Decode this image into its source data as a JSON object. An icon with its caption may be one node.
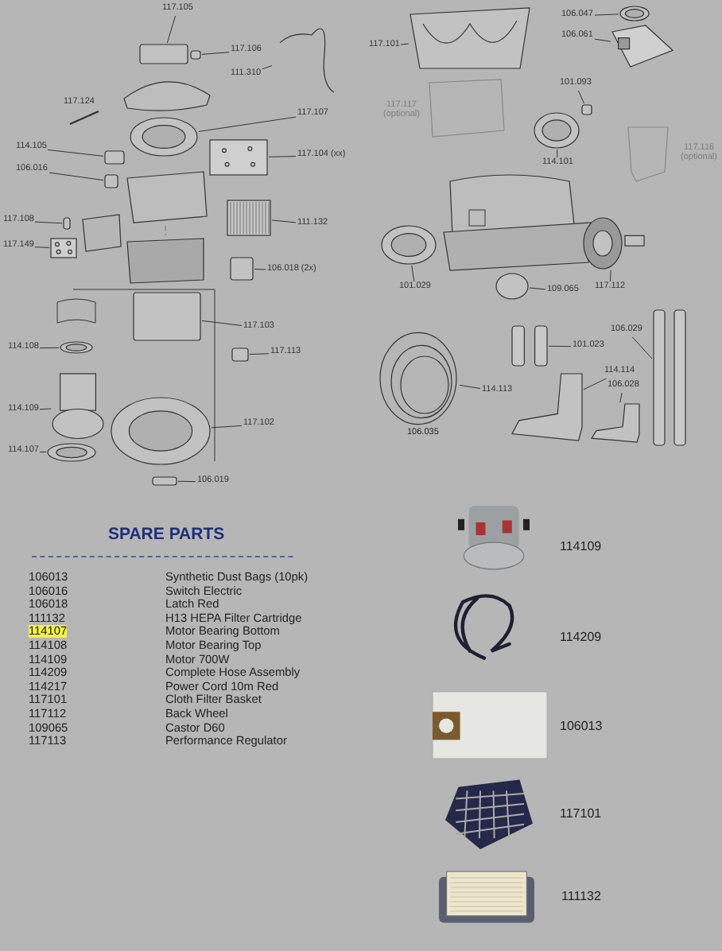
{
  "diagram": {
    "title": "SPARE PARTS",
    "nodes": [
      {
        "text": [
          "117.105"
        ]
      },
      {
        "text": [],
        "shape": "box"
      },
      {
        "text": [
          "117.106"
        ]
      },
      {
        "text": [],
        "shape": "box"
      },
      {
        "text": [
          "111.310"
        ]
      },
      {
        "text": [],
        "shape": "picture"
      },
      {
        "text": [
          "117.107"
        ]
      },
      {
        "text": [],
        "shape": "picture"
      },
      {
        "text": [
          "114.105"
        ]
      },
      {
        "text": [],
        "shape": "box"
      },
      {
        "text": [
          "117.104 (xx)"
        ]
      },
      {
        "text": [],
        "shape": "picture"
      },
      {
        "text": [
          "106.016"
        ]
      },
      {
        "text": [],
        "shape": "box"
      },
      {
        "text": [
          "117.108"
        ]
      },
      {
        "text": [],
        "shape": "box"
      },
      {
        "text": [
          "111.132"
        ]
      },
      {
        "text": [],
        "shape": "picture"
      },
      {
        "text": [
          "117.149"
        ]
      },
      {
        "text": [],
        "shape": "picture"
      },
      {
        "text": [
          "106.018 (2x)"
        ]
      },
      {
        "text": [],
        "shape": "box"
      },
      {
        "text": [
          "117.103"
        ]
      },
      {
        "text": [],
        "shape": "box"
      },
      {
        "text": [
          "114.108"
        ]
      },
      {
        "text": [],
        "shape": "picture"
      },
      {
        "text": [
          "117.113"
        ]
      },
      {
        "text": [],
        "shape": "box"
      },
      {
        "text": [
          "114.109"
        ]
      },
      {
        "text": [],
        "shape": "picture"
      },
      {
        "text": [
          "117.102"
        ]
      },
      {
        "text": [],
        "shape": "picture"
      },
      {
        "text": [
          "114.107"
        ]
      },
      {
        "text": [],
        "shape": "picture"
      },
      {
        "text": [
          "106.019"
        ]
      },
      {
        "text": [],
        "shape": "box"
      },
      {
        "text": [
          "117.101"
        ]
      },
      {
        "text": [],
        "shape": "picture"
      },
      {
        "text": [
          "106.047"
        ]
      },
      {
        "text": [],
        "shape": "picture"
      },
      {
        "text": [
          "106.061"
        ]
      },
      {
        "text": [],
        "shape": "picture"
      },
      {
        "text": [
          "101.093"
        ]
      },
      {
        "text": [],
        "shape": "box"
      },
      {
        "text": [
          "114.101"
        ]
      },
      {
        "text": [],
        "shape": "picture"
      },
      {
        "text": [
          "101.029"
        ]
      },
      {
        "text": [],
        "shape": "picture"
      },
      {
        "text": [
          "109.065"
        ]
      },
      {
        "text": [],
        "shape": "circle"
      },
      {
        "text": [
          "117.112"
        ]
      },
      {
        "text": [],
        "shape": "picture"
      },
      {
        "text": [
          "106.029"
        ]
      },
      {
        "text": [],
        "shape": "picture"
      },
      {
        "text": [
          "101.023"
        ]
      },
      {
        "text": [],
        "shape": "picture"
      },
      {
        "text": [
          "114.114"
        ]
      },
      {
        "text": [],
        "shape": "picture"
      },
      {
        "text": [
          "114.113"
        ]
      },
      {
        "text": [],
        "shape": "picture",
        "beside": [
          "106.035"
        ]
      },
      {
        "text": [
          "106.028"
        ]
      },
      {
        "text": [],
        "shape": "picture"
      },
      {
        "text": [],
        "shape": "picture",
        "beside": [
          "114109"
        ]
      },
      {
        "text": [],
        "shape": "picture",
        "beside": [
          "114209"
        ]
      },
      {
        "text": [],
        "shape": "picture",
        "beside": [
          "106013"
        ]
      },
      {
        "text": [],
        "shape": "picture",
        "beside": [
          "117101"
        ]
      },
      {
        "text": [],
        "shape": "picture",
        "beside": [
          "111132"
        ]
      }
    ],
    "edges": [
      {
        "from": 0,
        "to": 1,
        "arrow": "none"
      },
      {
        "from": 2,
        "to": 3,
        "arrow": "none"
      },
      {
        "from": 4,
        "to": 5,
        "arrow": "none"
      },
      {
        "from": 6,
        "to": 7,
        "arrow": "none"
      },
      {
        "from": 8,
        "to": 9,
        "arrow": "none"
      },
      {
        "from": 10,
        "to": 11,
        "arrow": "none"
      },
      {
        "from": 12,
        "to": 13,
        "arrow": "none"
      },
      {
        "from": 14,
        "to": 15,
        "arrow": "none"
      },
      {
        "from": 16,
        "to": 17,
        "arrow": "none"
      },
      {
        "from": 18,
        "to": 19,
        "arrow": "none"
      },
      {
        "from": 20,
        "to": 21,
        "arrow": "none"
      },
      {
        "from": 22,
        "to": 23,
        "arrow": "none"
      },
      {
        "from": 24,
        "to": 25,
        "arrow": "none"
      },
      {
        "from": 26,
        "to": 27,
        "arrow": "none"
      },
      {
        "from": 28,
        "to": 29,
        "arrow": "none"
      },
      {
        "from": 30,
        "to": 31,
        "arrow": "none"
      },
      {
        "from": 32,
        "to": 33,
        "arrow": "none"
      },
      {
        "from": 34,
        "to": 35,
        "arrow": "none"
      },
      {
        "from": 36,
        "to": 37,
        "arrow": "none"
      },
      {
        "from": 38,
        "to": 39,
        "arrow": "none"
      },
      {
        "from": 40,
        "to": 41,
        "arrow": "none"
      },
      {
        "from": 42,
        "to": 43,
        "arrow": "none"
      },
      {
        "from": 44,
        "to": 45,
        "arrow": "none"
      },
      {
        "from": 46,
        "to": 47,
        "arrow": "none"
      },
      {
        "from": 48,
        "to": 49,
        "arrow": "none"
      },
      {
        "from": 50,
        "to": 51,
        "arrow": "none"
      },
      {
        "from": 52,
        "to": 53,
        "arrow": "none"
      },
      {
        "from": 54,
        "to": 55,
        "arrow": "none"
      },
      {
        "from": 56,
        "to": 57,
        "arrow": "none"
      },
      {
        "from": 58,
        "to": 59,
        "arrow": "none"
      },
      {
        "from": 60,
        "to": 61,
        "arrow": "none"
      }
    ],
    "labels": [
      "117.124",
      "117.117",
      "(optional)",
      "117.116",
      "(optional)",
      "106013",
      "Synthetic Dust Bags (10pk)",
      "106016",
      "Switch Electric",
      "106018",
      "Latch Red",
      "111132",
      "H13 HEPA Filter Cartridge",
      "114107",
      "Motor Bearing Bottom",
      "114108",
      "Motor Bearing Top",
      "114109",
      "Motor 700W",
      "114209",
      "Complete Hose Assembly",
      "114217",
      "Power Cord 10m Red",
      "117101",
      "Cloth Filter Basket",
      "117112",
      "Back Wheel",
      "109065",
      "Castor D60",
      "117113",
      "Performance Regulator"
    ]
  }
}
